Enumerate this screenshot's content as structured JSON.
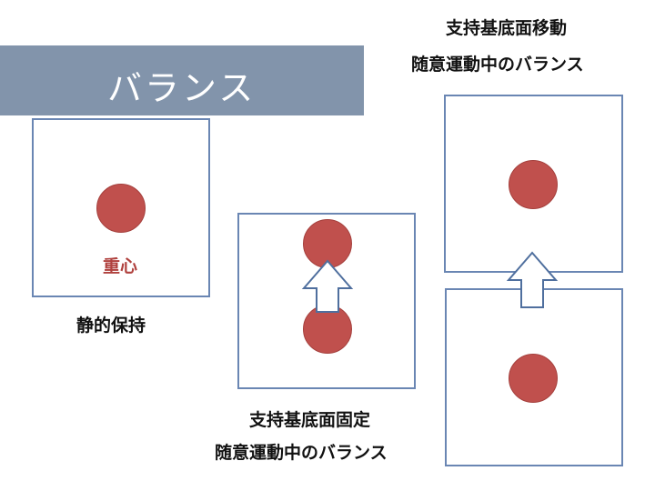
{
  "title": "バランス",
  "static": {
    "center_of_gravity_label": "重心",
    "caption": "静的保持"
  },
  "fixed_base": {
    "caption_line1": "支持基底面固定",
    "caption_line2": "随意運動中のバランス"
  },
  "moving_base": {
    "caption_line1": "支持基底面移動",
    "caption_line2": "随意運動中のバランス"
  },
  "colors": {
    "title_bar": "#8294ab",
    "box_border": "#6a86b3",
    "center_of_gravity": "#c0504d"
  },
  "icons": [
    "up-arrow-icon"
  ]
}
